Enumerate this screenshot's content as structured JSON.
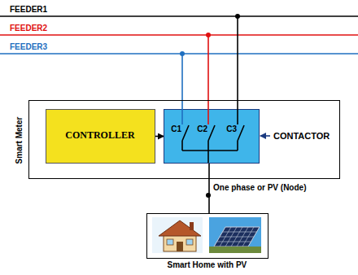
{
  "diagram": {
    "nodes": [
      {
        "text": [
          "Smart Meter"
        ]
      },
      {
        "text": [
          "CONTROLLER"
        ],
        "in": 0
      },
      {
        "text": [
          "C1",
          "C2",
          "C3"
        ],
        "in": 0
      },
      {
        "text": [
          "Smart Home with PV"
        ]
      }
    ],
    "edges": [
      {
        "from": 1,
        "to": 2,
        "arrow": "to"
      },
      {
        "from": 2,
        "to": 3,
        "arrow": "none"
      }
    ],
    "labels": [
      "FEEDER1",
      "FEEDER2",
      "FEEDER3",
      "CONTACTOR",
      "One phase or PV (Node)"
    ]
  }
}
